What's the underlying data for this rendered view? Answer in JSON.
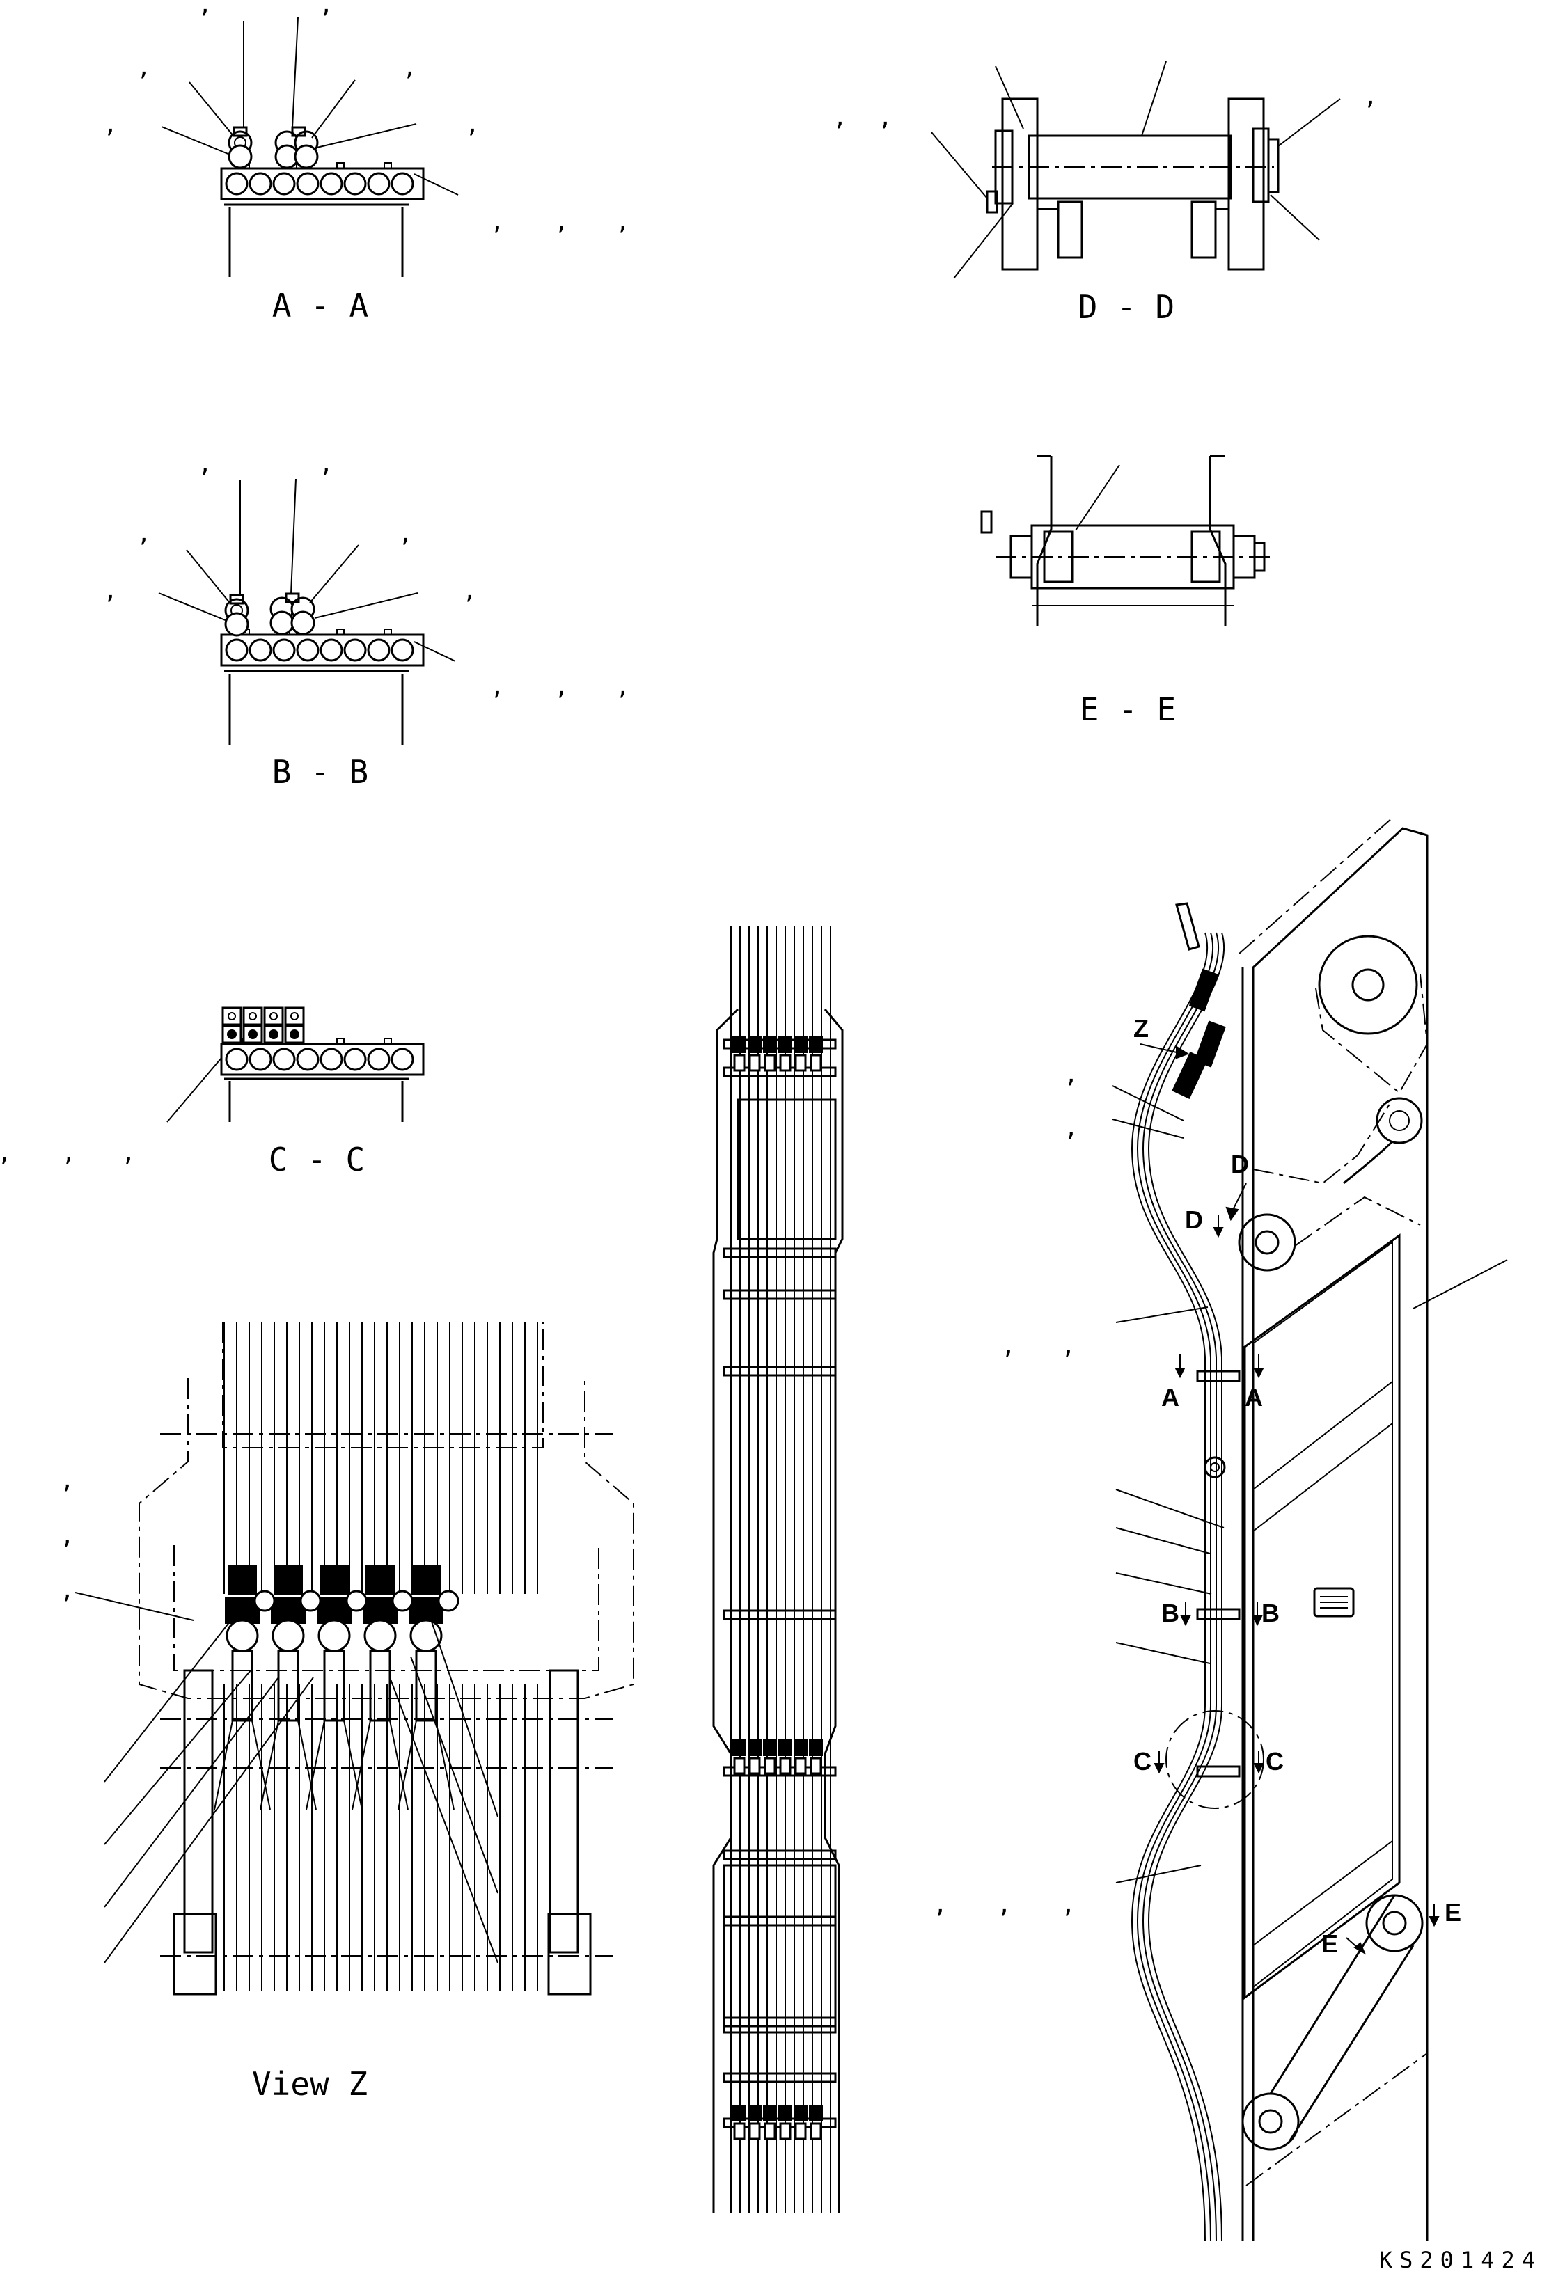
{
  "views": {
    "aa": "A - A",
    "bb": "B - B",
    "cc": "C - C",
    "dd": "D - D",
    "ee": "E - E",
    "z": "View Z"
  },
  "markers": {
    "z": "Z",
    "d": "D",
    "a": "A",
    "b": "B",
    "c": "C",
    "e": "E"
  },
  "separator": ",",
  "drawing_code": "KS201424"
}
